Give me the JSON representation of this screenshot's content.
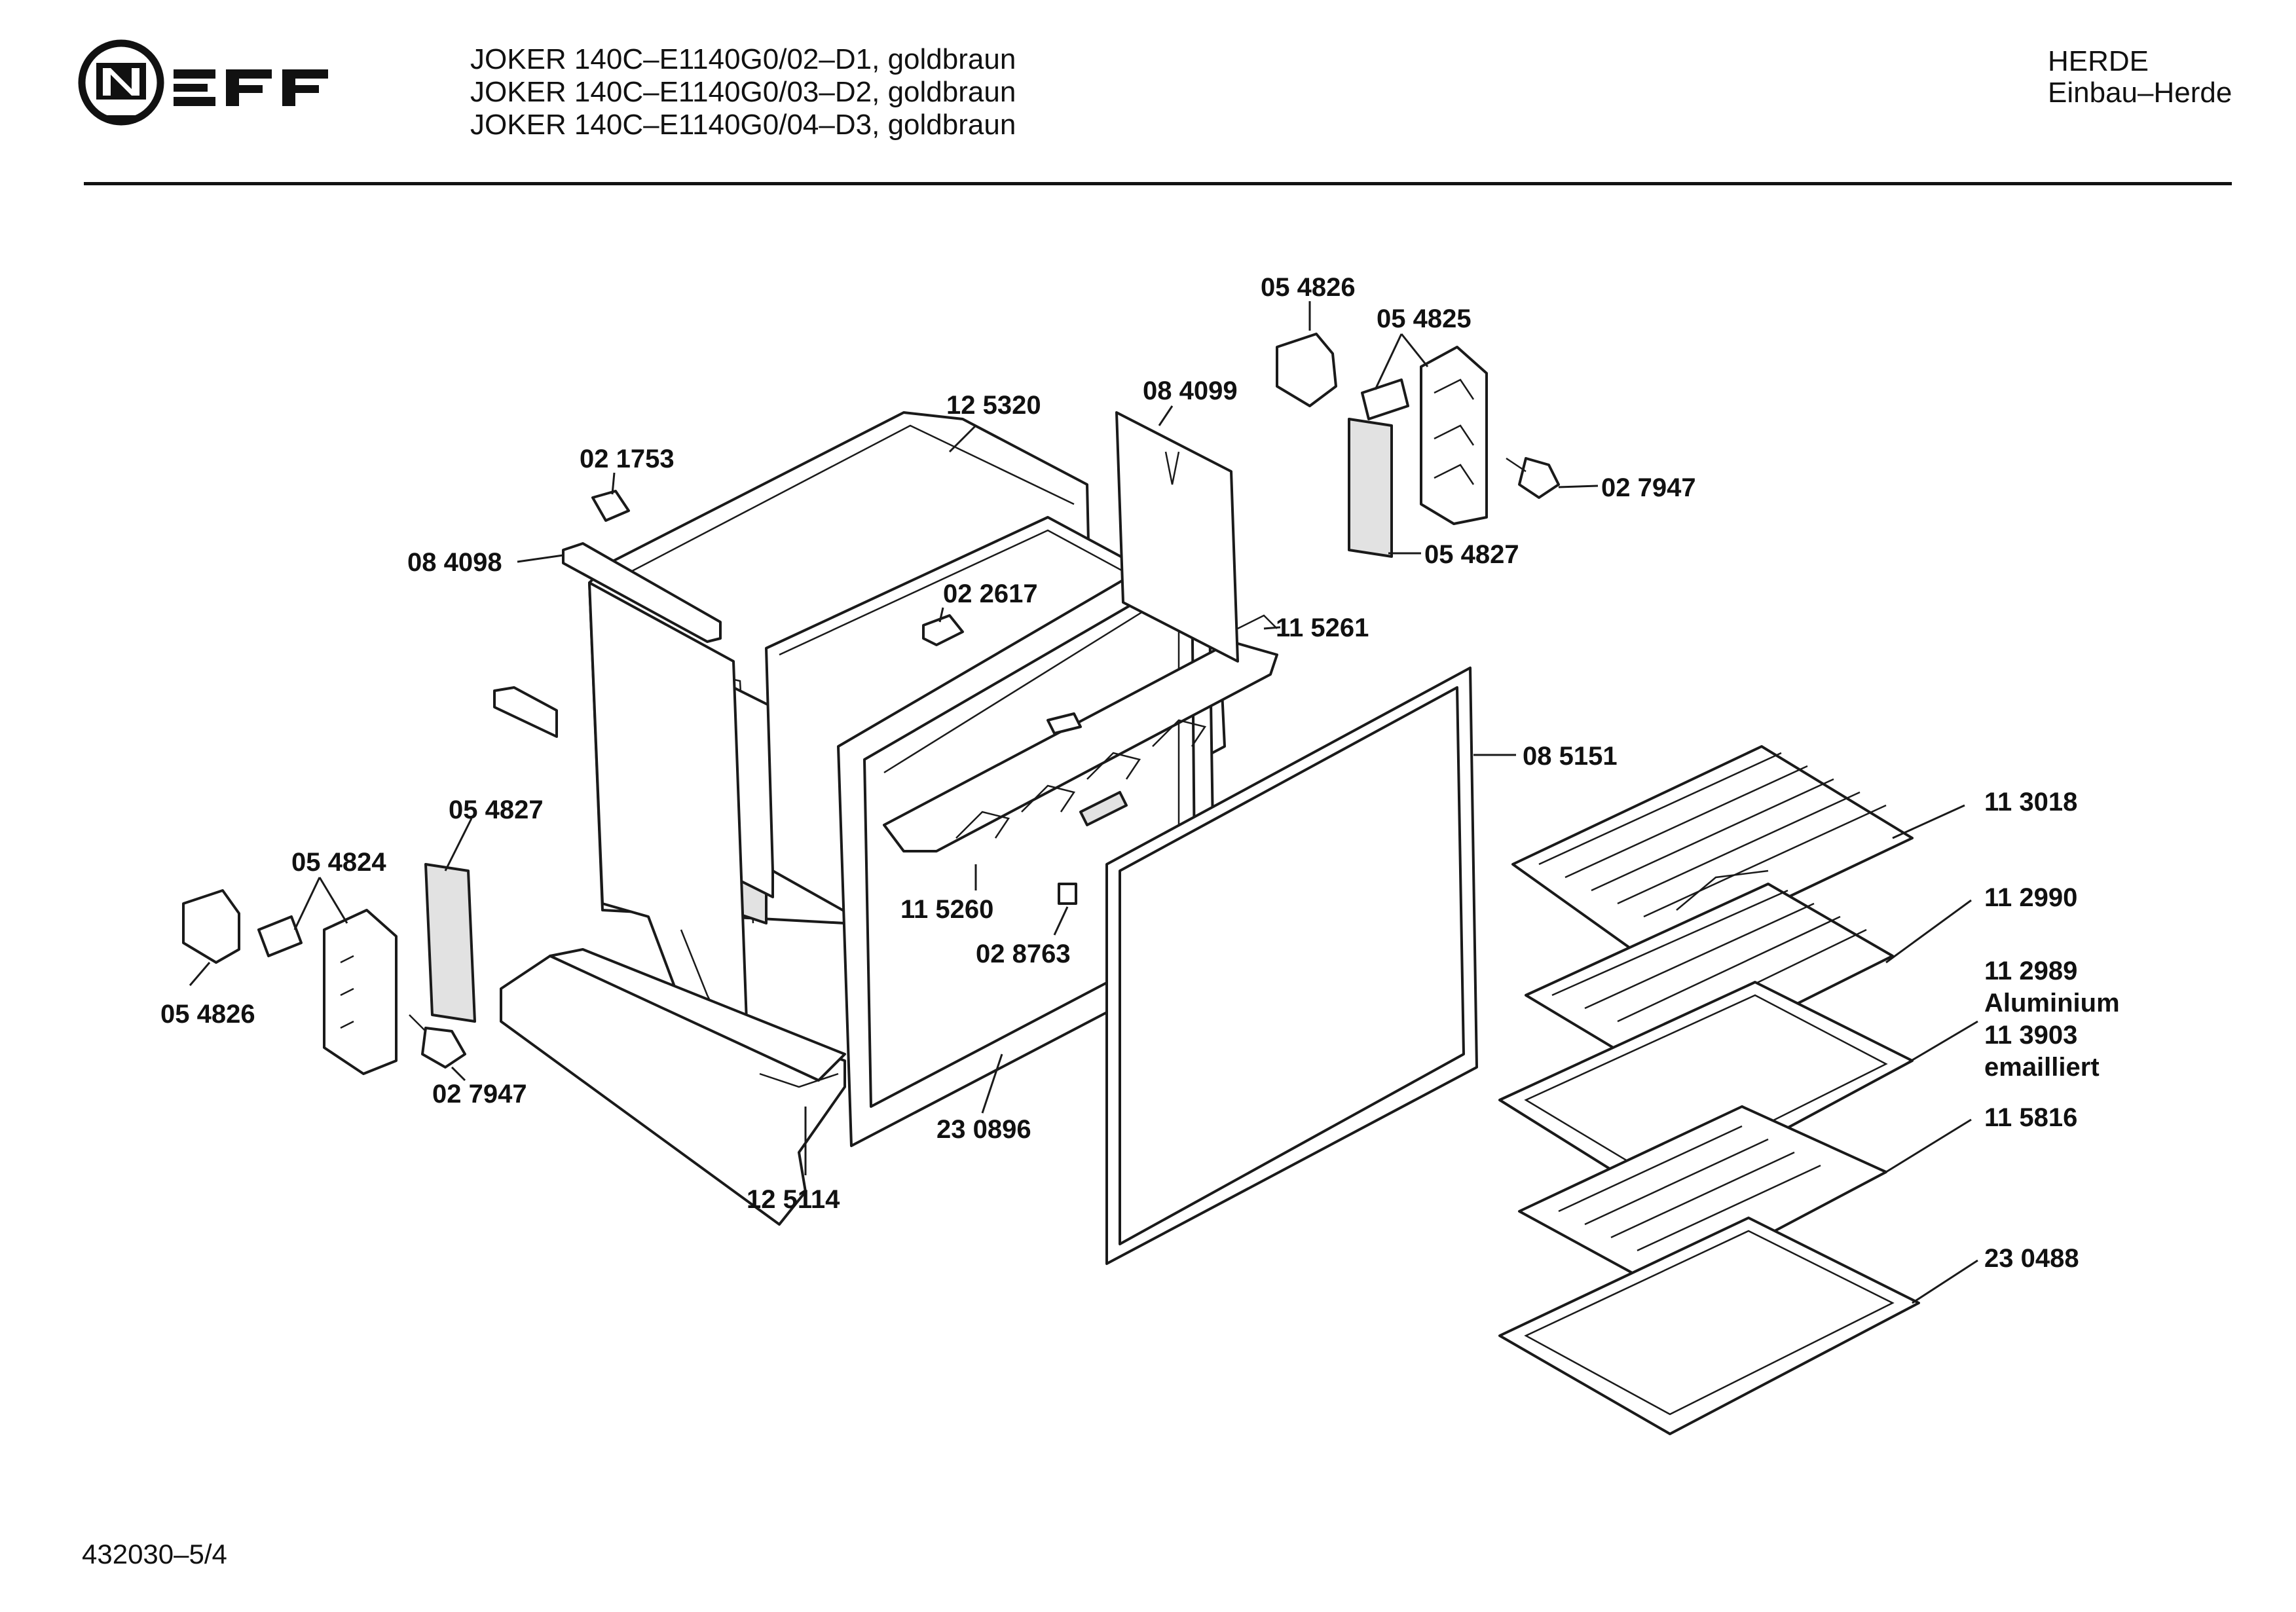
{
  "header": {
    "brand": "NEFF",
    "models": [
      "JOKER 140C–E1140G0/02–D1, goldbraun",
      "JOKER 140C–E1140G0/03–D2, goldbraun",
      "JOKER 140C–E1140G0/04–D3, goldbraun"
    ],
    "category": "HERDE",
    "subcategory": "Einbau–Herde"
  },
  "footer": {
    "doc_number": "432030–5/4"
  },
  "parts": {
    "p054826_top": "05 4826",
    "p054825": "05 4825",
    "p084099": "08 4099",
    "p125320": "12 5320",
    "p021753": "02 1753",
    "p027947_right": "02 7947",
    "p054827_right": "05 4827",
    "p084098": "08 4098",
    "p022617": "02 2617",
    "p115261": "11 5261",
    "p085151": "08 5151",
    "p113018": "11 3018",
    "p054827_left": "05 4827",
    "p054824": "05 4824",
    "p112990": "11 2990",
    "p115260": "11 5260",
    "p028763": "02 8763",
    "p112989": "11 2989",
    "aluminium": "Aluminium",
    "p113903": "11 3903",
    "emailliert": "emailliert",
    "p054826_left": "05 4826",
    "p027947_left": "02 7947",
    "p230896": "23 0896",
    "p115816": "11 5816",
    "p125114": "12 5114",
    "p230488": "23 0488"
  }
}
